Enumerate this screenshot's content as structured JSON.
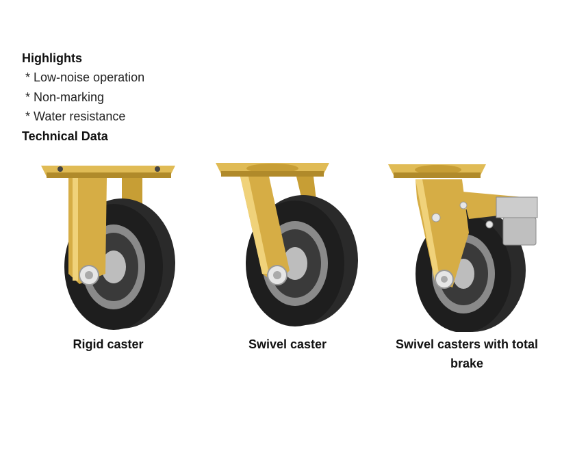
{
  "highlights": {
    "heading": "Highlights",
    "items": [
      "* Low-noise operation",
      "* Non-marking",
      "* Water resistance"
    ]
  },
  "technical_data": {
    "heading": "Technical Data"
  },
  "products": [
    {
      "caption": "Rigid caster",
      "image": "rigid-caster-image"
    },
    {
      "caption": "Swivel caster",
      "image": "swivel-caster-image"
    },
    {
      "caption": "Swivel casters with total brake",
      "image": "brake-caster-image"
    }
  ],
  "colors": {
    "plate": "#d8b24a",
    "plate_dark": "#b08a2a",
    "tire": "#2a2a2a",
    "hub": "#7b7b7b",
    "hub_light": "#cfcfcf",
    "brake": "#c8c8c8"
  }
}
